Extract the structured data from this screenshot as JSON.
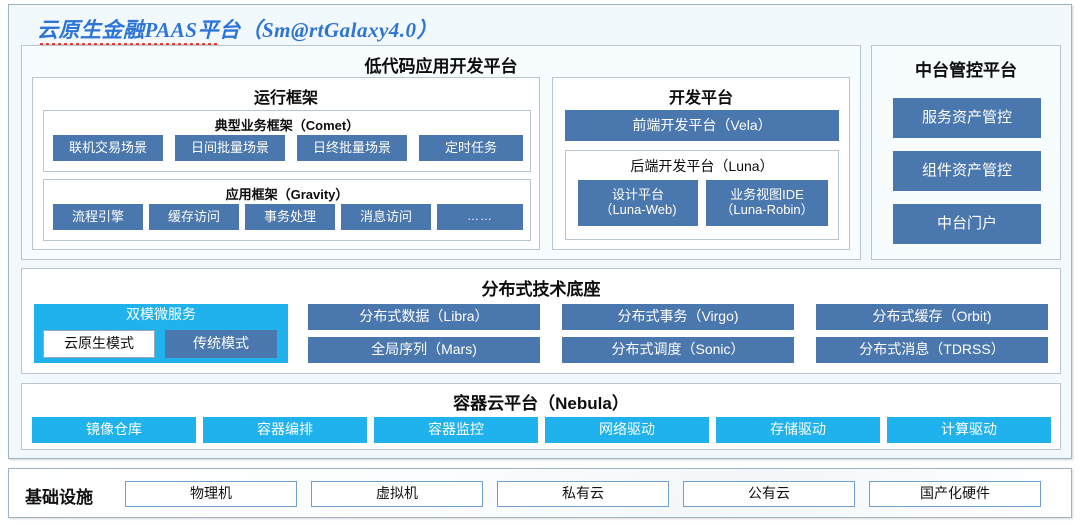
{
  "title": {
    "text": "云原生金融PAAS平台（Sm@rtGalaxy4.0）"
  },
  "lowcode": {
    "heading": "低代码应用开发平台",
    "runtime": {
      "heading": "运行框架",
      "comet": {
        "heading": "典型业务框架（Comet）",
        "items": [
          "联机交易场景",
          "日间批量场景",
          "日终批量场景",
          "定时任务"
        ]
      },
      "gravity": {
        "heading": "应用框架（Gravity）",
        "items": [
          "流程引擎",
          "缓存访问",
          "事务处理",
          "消息访问",
          "……"
        ]
      }
    },
    "devplatform": {
      "heading": "开发平台",
      "frontend": "前端开发平台（Vela）",
      "backend": {
        "heading": "后端开发平台（Luna）",
        "items": [
          {
            "line1": "设计平台",
            "line2": "（Luna-Web)"
          },
          {
            "line1": "业务视图IDE",
            "line2": "（Luna-Robin）"
          }
        ]
      }
    }
  },
  "midplatform": {
    "heading": "中台管控平台",
    "items": [
      "服务资产管控",
      "组件资产管控",
      "中台门户"
    ]
  },
  "foundation": {
    "heading": "分布式技术底座",
    "dualmode": {
      "heading": "双模微服务",
      "items": [
        "云原生模式",
        "传统模式"
      ]
    },
    "grid": [
      "分布式数据（Libra）",
      "分布式事务（Virgo)",
      "分布式缓存（Orbit)",
      "全局序列（Mars)",
      "分布式调度（Sonic）",
      "分布式消息（TDRSS）"
    ]
  },
  "container": {
    "heading": "容器云平台（Nebula）",
    "items": [
      "镜像仓库",
      "容器编排",
      "容器监控",
      "网络驱动",
      "存储驱动",
      "计算驱动"
    ]
  },
  "infrastructure": {
    "label": "基础设施",
    "items": [
      "物理机",
      "虚拟机",
      "私有云",
      "公有云",
      "国产化硬件"
    ]
  },
  "colors": {
    "blue_chip": "#4a77ad",
    "cyan_chip": "#1fb2ed",
    "title_blue": "#2d74d6",
    "spellcheck_red": "#ee2b2b",
    "panel_bg": "#f2f9fd"
  }
}
